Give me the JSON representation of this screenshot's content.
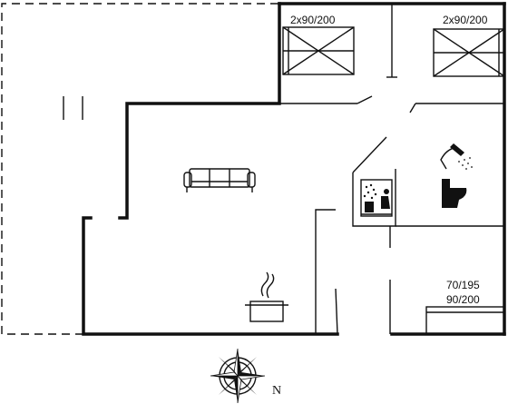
{
  "labels": {
    "bed_left": "2x90/200",
    "bed_right": "2x90/200",
    "bed_small_line1": "70/195",
    "bed_small_line2": "90/200",
    "north": "N"
  },
  "icons": [
    "sofa-icon",
    "stove-pot-icon",
    "shower-icon",
    "toilet-icon",
    "sauna-icon",
    "bed-icon",
    "compass-rose-icon"
  ]
}
